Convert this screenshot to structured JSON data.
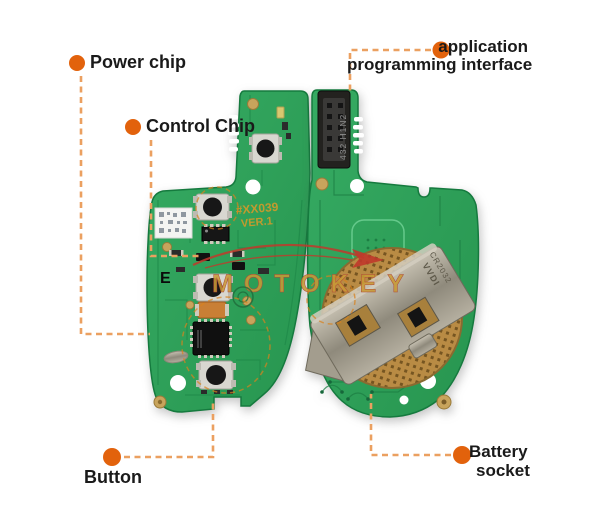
{
  "labels": {
    "power_chip": "Power chip",
    "control_chip": "Control Chip",
    "button": "Button",
    "api_line1": "application",
    "api_line2": "programming interface",
    "battery_line1": "Battery",
    "battery_line2": "socket"
  },
  "pcb": {
    "front_silkscreen": {
      "model": "#XX039",
      "version": "VER.1",
      "letter": "E"
    },
    "connector_marking": "432 H1N2",
    "battery_clip": {
      "brand": "VVDI",
      "battery_size": "CR2032"
    }
  },
  "watermark": {
    "text": "MOTOKEY",
    "text_color": "#c79a35",
    "arrow_color": "#c0392b"
  },
  "colors": {
    "annotation_dot": "#e2620c",
    "annotation_dash": "#eba060",
    "label_text": "#1a1a1a",
    "pcb_green": "#2fa45c",
    "pcb_green_dark": "#187a3e",
    "gold_pad": "#c8a45c",
    "background": "#ffffff"
  }
}
